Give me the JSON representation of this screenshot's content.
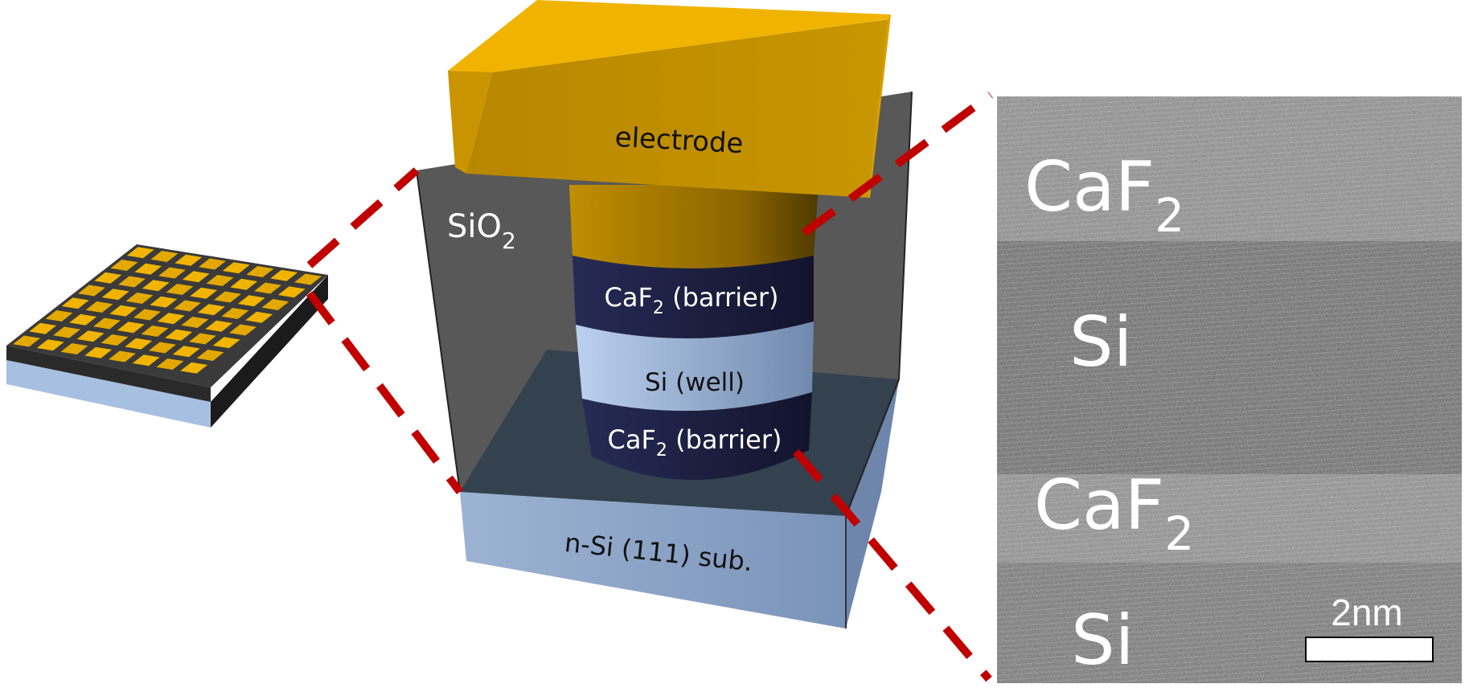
{
  "device": {
    "electrode_label": "electrode",
    "oxide_label_main": "SiO",
    "oxide_label_sub": "2",
    "substrate_label": "n-Si (111) sub.",
    "layers": [
      {
        "main": "CaF",
        "sub": "2",
        "suffix": " (barrier)"
      },
      {
        "main": "Si (well)",
        "sub": "",
        "suffix": ""
      },
      {
        "main": "CaF",
        "sub": "2",
        "suffix": " (barrier)"
      }
    ]
  },
  "tem": {
    "labels": [
      {
        "main": "CaF",
        "sub": "2"
      },
      {
        "main": "Si",
        "sub": ""
      },
      {
        "main": "CaF",
        "sub": "2"
      },
      {
        "main": "Si",
        "sub": ""
      }
    ],
    "scale_label": "2nm"
  },
  "colors": {
    "electrode_top": "#f0b400",
    "electrode_front": "#bf8c00",
    "oxide_box": "#555555",
    "substrate": "#8aa3c4",
    "barrier": "#1e2244",
    "well": "#a9bfe0",
    "dashed_line": "#c00000"
  }
}
